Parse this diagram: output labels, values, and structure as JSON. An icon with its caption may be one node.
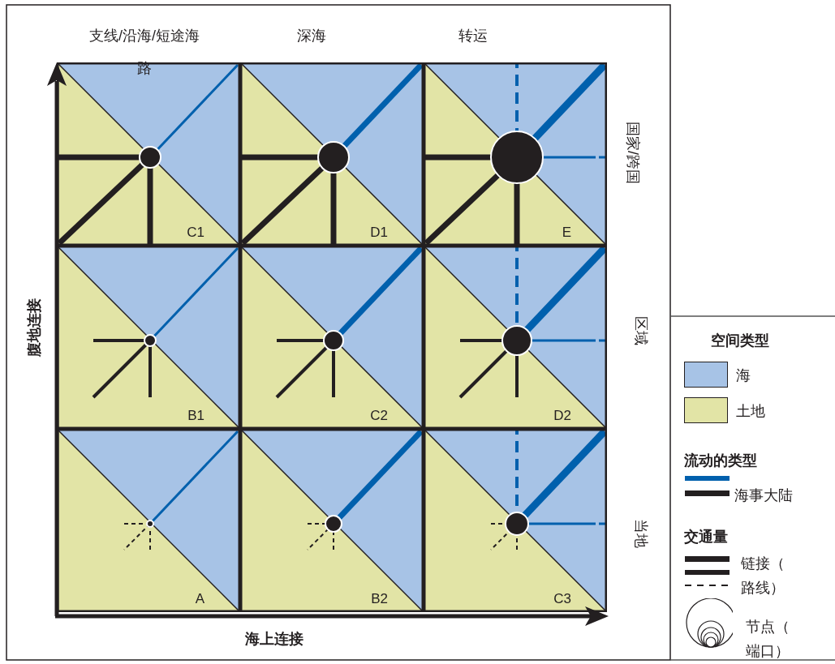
{
  "diagram": {
    "nodes": [
      {
        "text": [
          "C1"
        ]
      },
      {
        "text": [
          "D1"
        ]
      },
      {
        "text": [
          "E"
        ]
      },
      {
        "text": [
          "B1"
        ]
      },
      {
        "text": [
          "C2"
        ]
      },
      {
        "text": [
          "D2"
        ]
      },
      {
        "text": [
          "A"
        ]
      },
      {
        "text": [
          "B2"
        ]
      },
      {
        "text": [
          "C3"
        ]
      }
    ],
    "labels": [
      "支线/沿海/短途海路",
      "深海",
      "转运",
      "国家/跨国",
      "区域",
      "当地",
      "腹地连接",
      "海上连接",
      "空间类型",
      "流动的类型",
      "交通量"
    ],
    "legend": [
      {
        "text": "海",
        "color": "#a7c3e6"
      },
      {
        "text": "土地",
        "color": "#e2e4a6"
      },
      {
        "text": "海事大陆"
      },
      {
        "text": "链接（路线）"
      },
      {
        "text": "节点（端口）"
      }
    ]
  }
}
